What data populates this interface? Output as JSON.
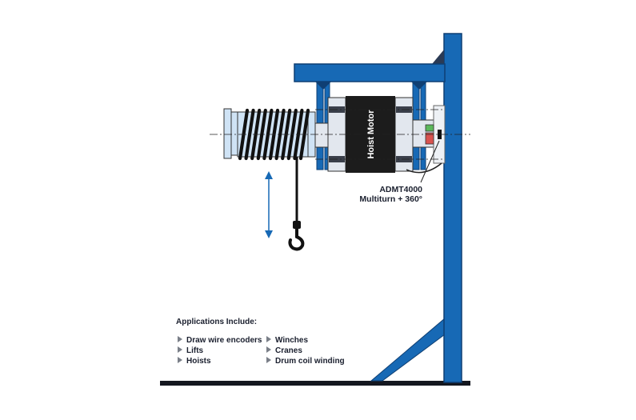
{
  "motor": {
    "label": "Hoist Motor"
  },
  "sensor": {
    "line1": "ADMT4000",
    "line2": "Multiturn + 360°"
  },
  "applications": {
    "title": "Applications Include:",
    "column1": [
      "Draw wire encoders",
      "Lifts",
      "Hoists"
    ],
    "column2": [
      "Winches",
      "Cranes",
      "Drum coil winding"
    ]
  },
  "colors": {
    "frame_blue": "#1769b5",
    "frame_dark": "#0f3f73",
    "drum_light": "#cfe3f5",
    "motor_body": "#1c1c1c",
    "indicator_green": "#5cb85c",
    "indicator_red": "#d9534f",
    "ground": "#14171f",
    "arrow_blue": "#1769b5"
  },
  "icons": [
    "bullet-triangle-icon",
    "double-arrow-icon",
    "hook-icon"
  ]
}
